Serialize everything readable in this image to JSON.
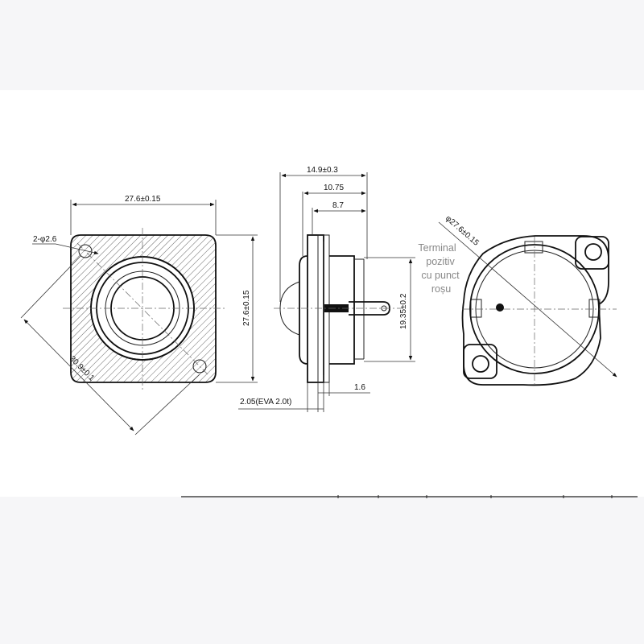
{
  "dimensions": {
    "front_width": "27.6±0.15",
    "front_height": "27.6±0.15",
    "hole": "2-φ2.6",
    "diagonal": "30.9±0.1",
    "depth_total": "14.9±0.3",
    "depth_mid": "10.75",
    "depth_small": "8.7",
    "side_height": "19.35±0.2",
    "flange": "2.05(EVA 2.0t)",
    "terminal": "1.6",
    "back_diameter": "φ27.6±0.15"
  },
  "annotation": {
    "line1": "Terminal",
    "line2": "pozitiv",
    "line3": "cu punct",
    "line4": "roșu"
  },
  "colors": {
    "page_background": "#f6f6f8",
    "drawing_background": "#ffffff",
    "line": "#222222",
    "annotation_text": "#888888",
    "marker_dot": "#111111"
  }
}
